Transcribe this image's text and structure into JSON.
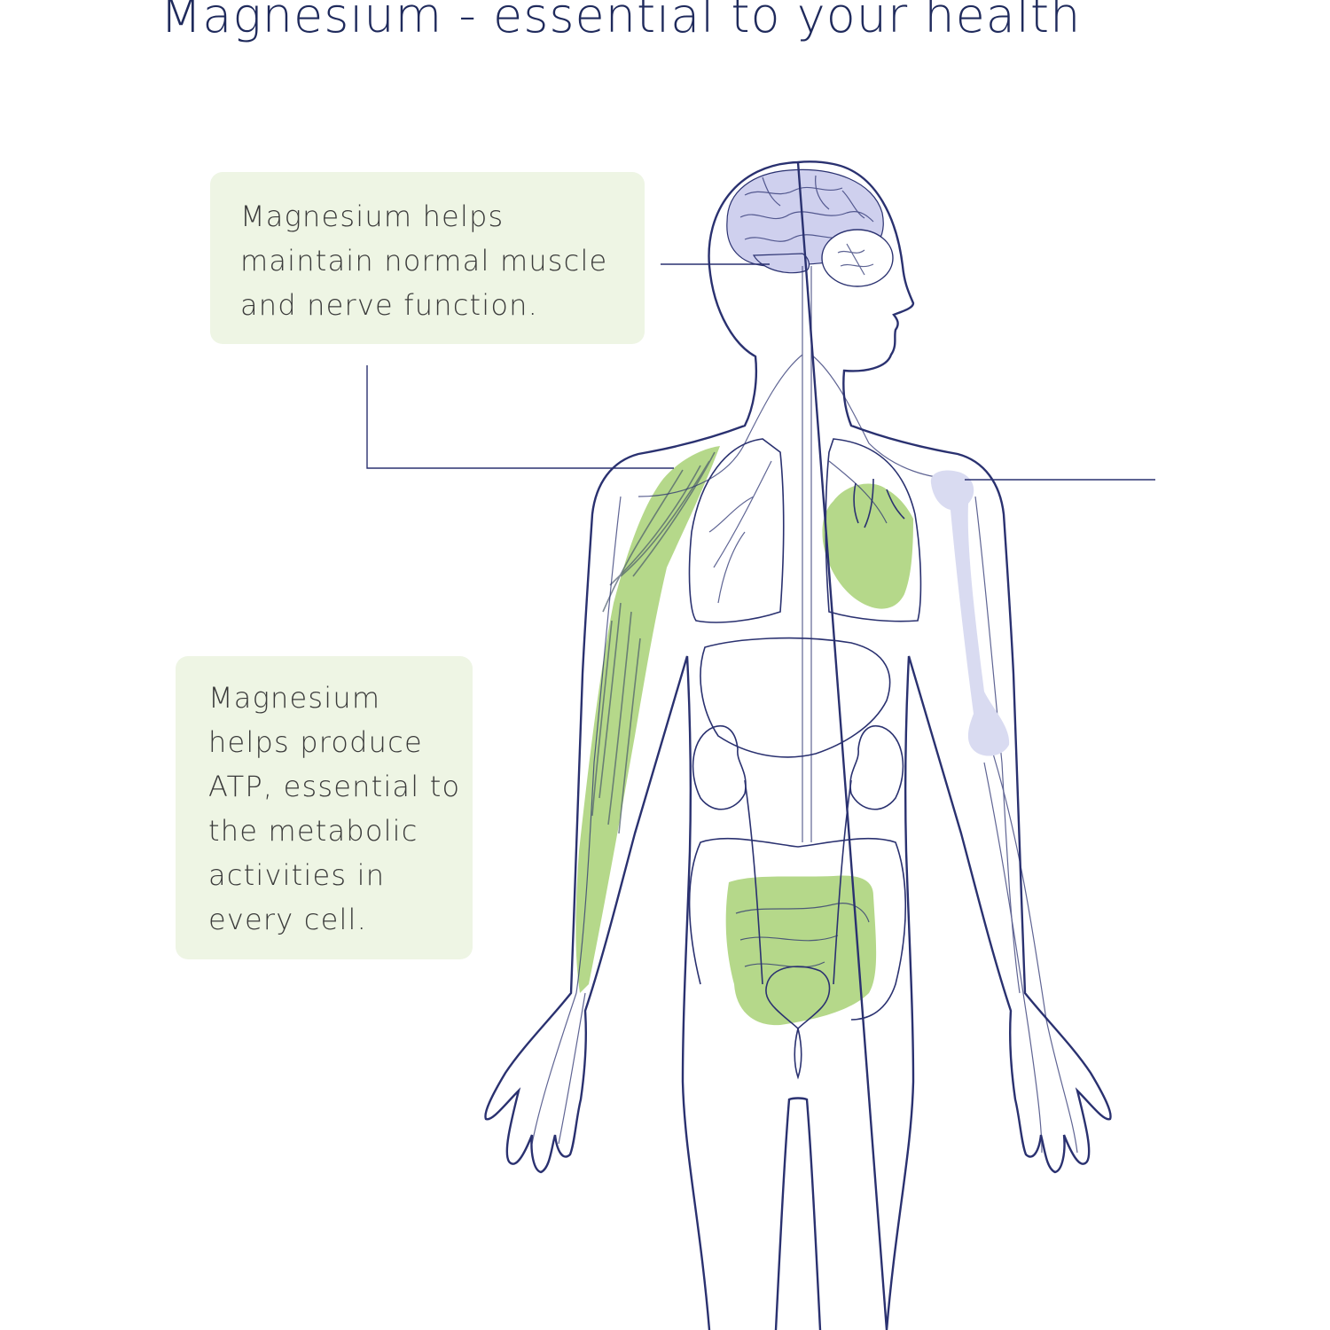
{
  "title": "Magnesium - essential to your health",
  "callouts": [
    {
      "text": "Magnesium helps\nmaintain normal muscle\nand nerve function."
    },
    {
      "text": "Magnesium\nhelps produce\nATP, essential to\nthe metabolic\nactivities in\nevery cell."
    }
  ],
  "colors": {
    "title_text": "#1f2a5c",
    "body_text": "#3a3a3a",
    "callout_bg": "#eef5e4",
    "outline": "#2a3170",
    "green_highlight": "#b5d88a",
    "brain_fill": "#cfd0ee",
    "bone_fill": "#d9dbf1",
    "leader_line": "#2a3170"
  },
  "icons": [
    "brain-icon",
    "eye-icon",
    "heart-icon",
    "lungs-icon",
    "arm-muscle-icon",
    "humerus-bone-icon",
    "intestine-icon",
    "kidney-icon",
    "bladder-icon"
  ]
}
